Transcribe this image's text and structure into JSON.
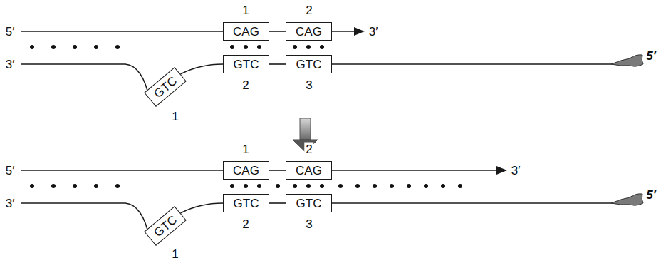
{
  "diagram": {
    "nodes": [
      {
        "text": [
          "CAG"
        ]
      },
      {
        "text": [
          "CAG"
        ]
      },
      {
        "text": [
          "GTC"
        ]
      },
      {
        "text": [
          "GTC"
        ]
      },
      {
        "text": [
          "GTC"
        ]
      },
      {
        "text": [
          "CAG"
        ]
      },
      {
        "text": [
          "CAG"
        ]
      },
      {
        "text": [
          "GTC"
        ]
      },
      {
        "text": [
          "GTC"
        ]
      },
      {
        "text": [
          "GTC"
        ]
      }
    ],
    "edges": [
      {
        "from": 0,
        "to": 1,
        "arrow": "none"
      },
      {
        "from": 2,
        "to": 3,
        "arrow": "none"
      },
      {
        "from": 3,
        "to": 4,
        "arrow": "none"
      },
      {
        "from": 5,
        "to": 6,
        "arrow": "none"
      },
      {
        "from": 7,
        "to": 8,
        "arrow": "none"
      },
      {
        "from": 8,
        "to": 9,
        "arrow": "none"
      }
    ],
    "labels": [
      "1",
      "2",
      "5′",
      "3′",
      "3′",
      "1",
      "2",
      "3",
      "5′",
      "1",
      "2",
      "5′",
      "3′",
      "3′",
      "1",
      "2",
      "3",
      "5′"
    ]
  }
}
